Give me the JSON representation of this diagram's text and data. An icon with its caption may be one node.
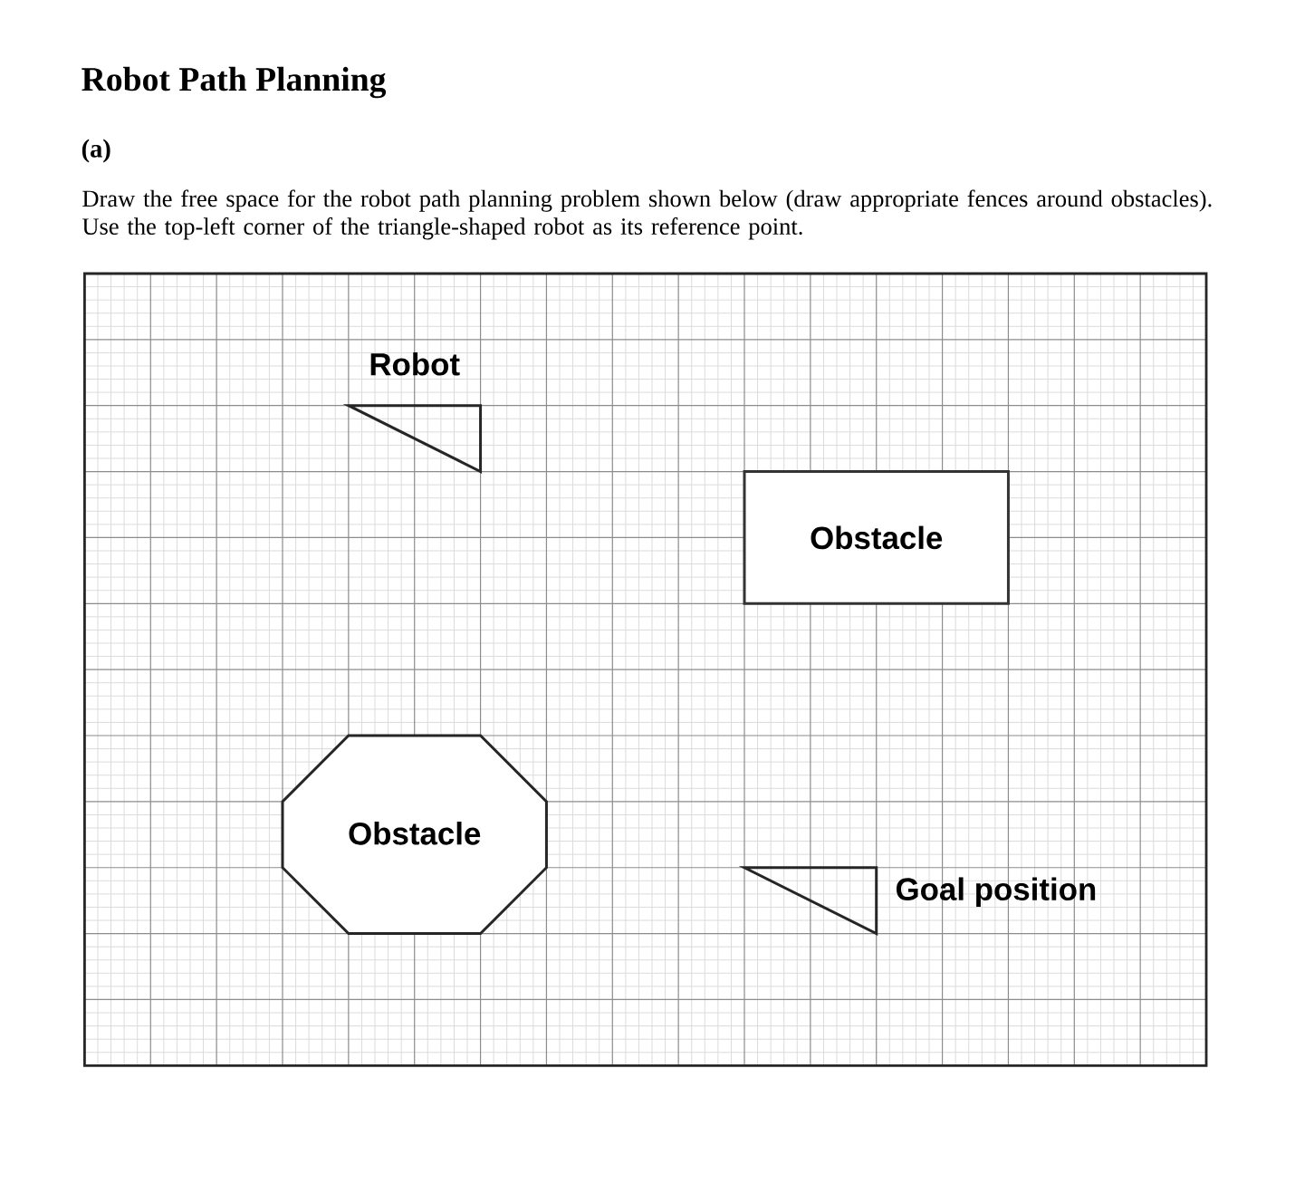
{
  "diagram": {
    "title": "Robot Path Planning",
    "nodes": [
      {
        "text": [
          "Robot"
        ]
      },
      {
        "text": [
          "Obstacle"
        ]
      },
      {
        "text": [
          "Obstacle"
        ]
      },
      {
        "text": [
          "Goal position"
        ]
      }
    ],
    "labels": [
      "(a)",
      "Draw the free space for the robot path planning problem shown below (draw appropriate fences around obstacles). Use the top-left corner of the triangle-shaped robot as its reference point."
    ]
  }
}
